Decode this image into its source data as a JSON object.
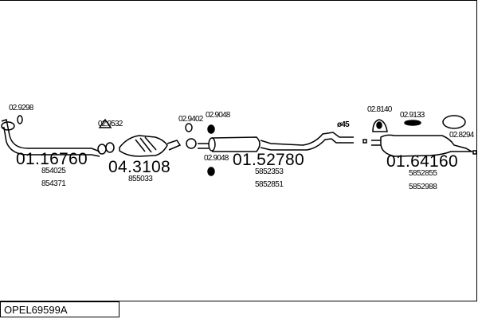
{
  "diagram_code": "OPEL69599A",
  "parts": [
    {
      "number": "01.16760",
      "refs": [
        "854025",
        "854371"
      ]
    },
    {
      "number": "04.3108",
      "refs": [
        "855033"
      ]
    },
    {
      "number": "01.52780",
      "refs": [
        "5852353",
        "5852851"
      ]
    },
    {
      "number": "01.64160",
      "refs": [
        "5852855",
        "5852988"
      ]
    }
  ],
  "accessories": [
    "02.9298",
    "02.9532",
    "02.9402",
    "02.9048",
    "02.9048",
    "02.8140",
    "02.9133",
    "02.8294"
  ],
  "diameter_label": "ø45"
}
